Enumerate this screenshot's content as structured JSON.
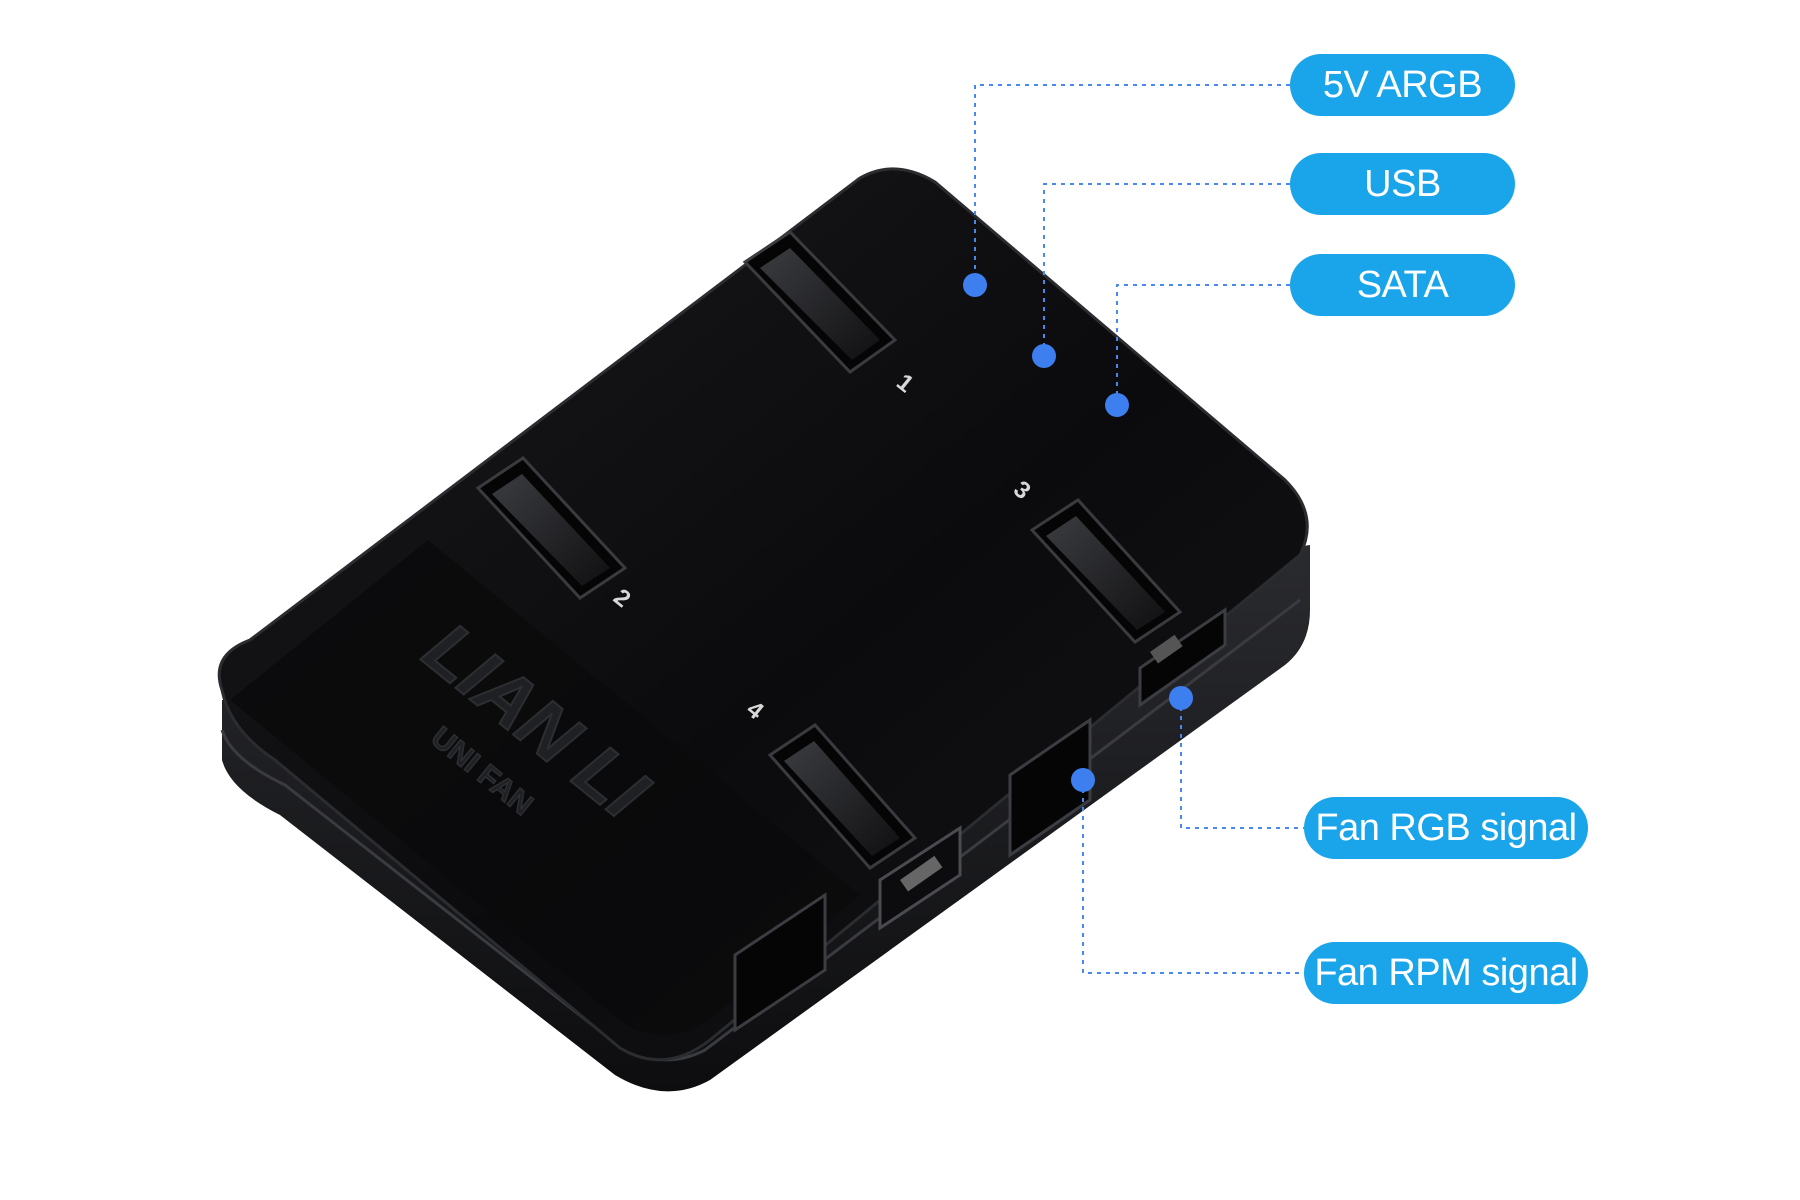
{
  "product": {
    "brand": "LIAN LI",
    "model": "UNI FAN",
    "port_numbers": [
      "1",
      "2",
      "3",
      "4"
    ]
  },
  "callouts": [
    {
      "id": "argb",
      "label": "5V ARGB"
    },
    {
      "id": "usb",
      "label": "USB"
    },
    {
      "id": "sata",
      "label": "SATA"
    },
    {
      "id": "fan_rgb",
      "label": "Fan RGB signal"
    },
    {
      "id": "fan_rpm",
      "label": "Fan RPM signal"
    }
  ],
  "colors": {
    "accent": "#1aa5ea",
    "dot": "#3e7ff0",
    "leader": "#4a88ee",
    "device_body": "#141416",
    "device_edge": "#2b2c30",
    "background": "#ffffff"
  }
}
